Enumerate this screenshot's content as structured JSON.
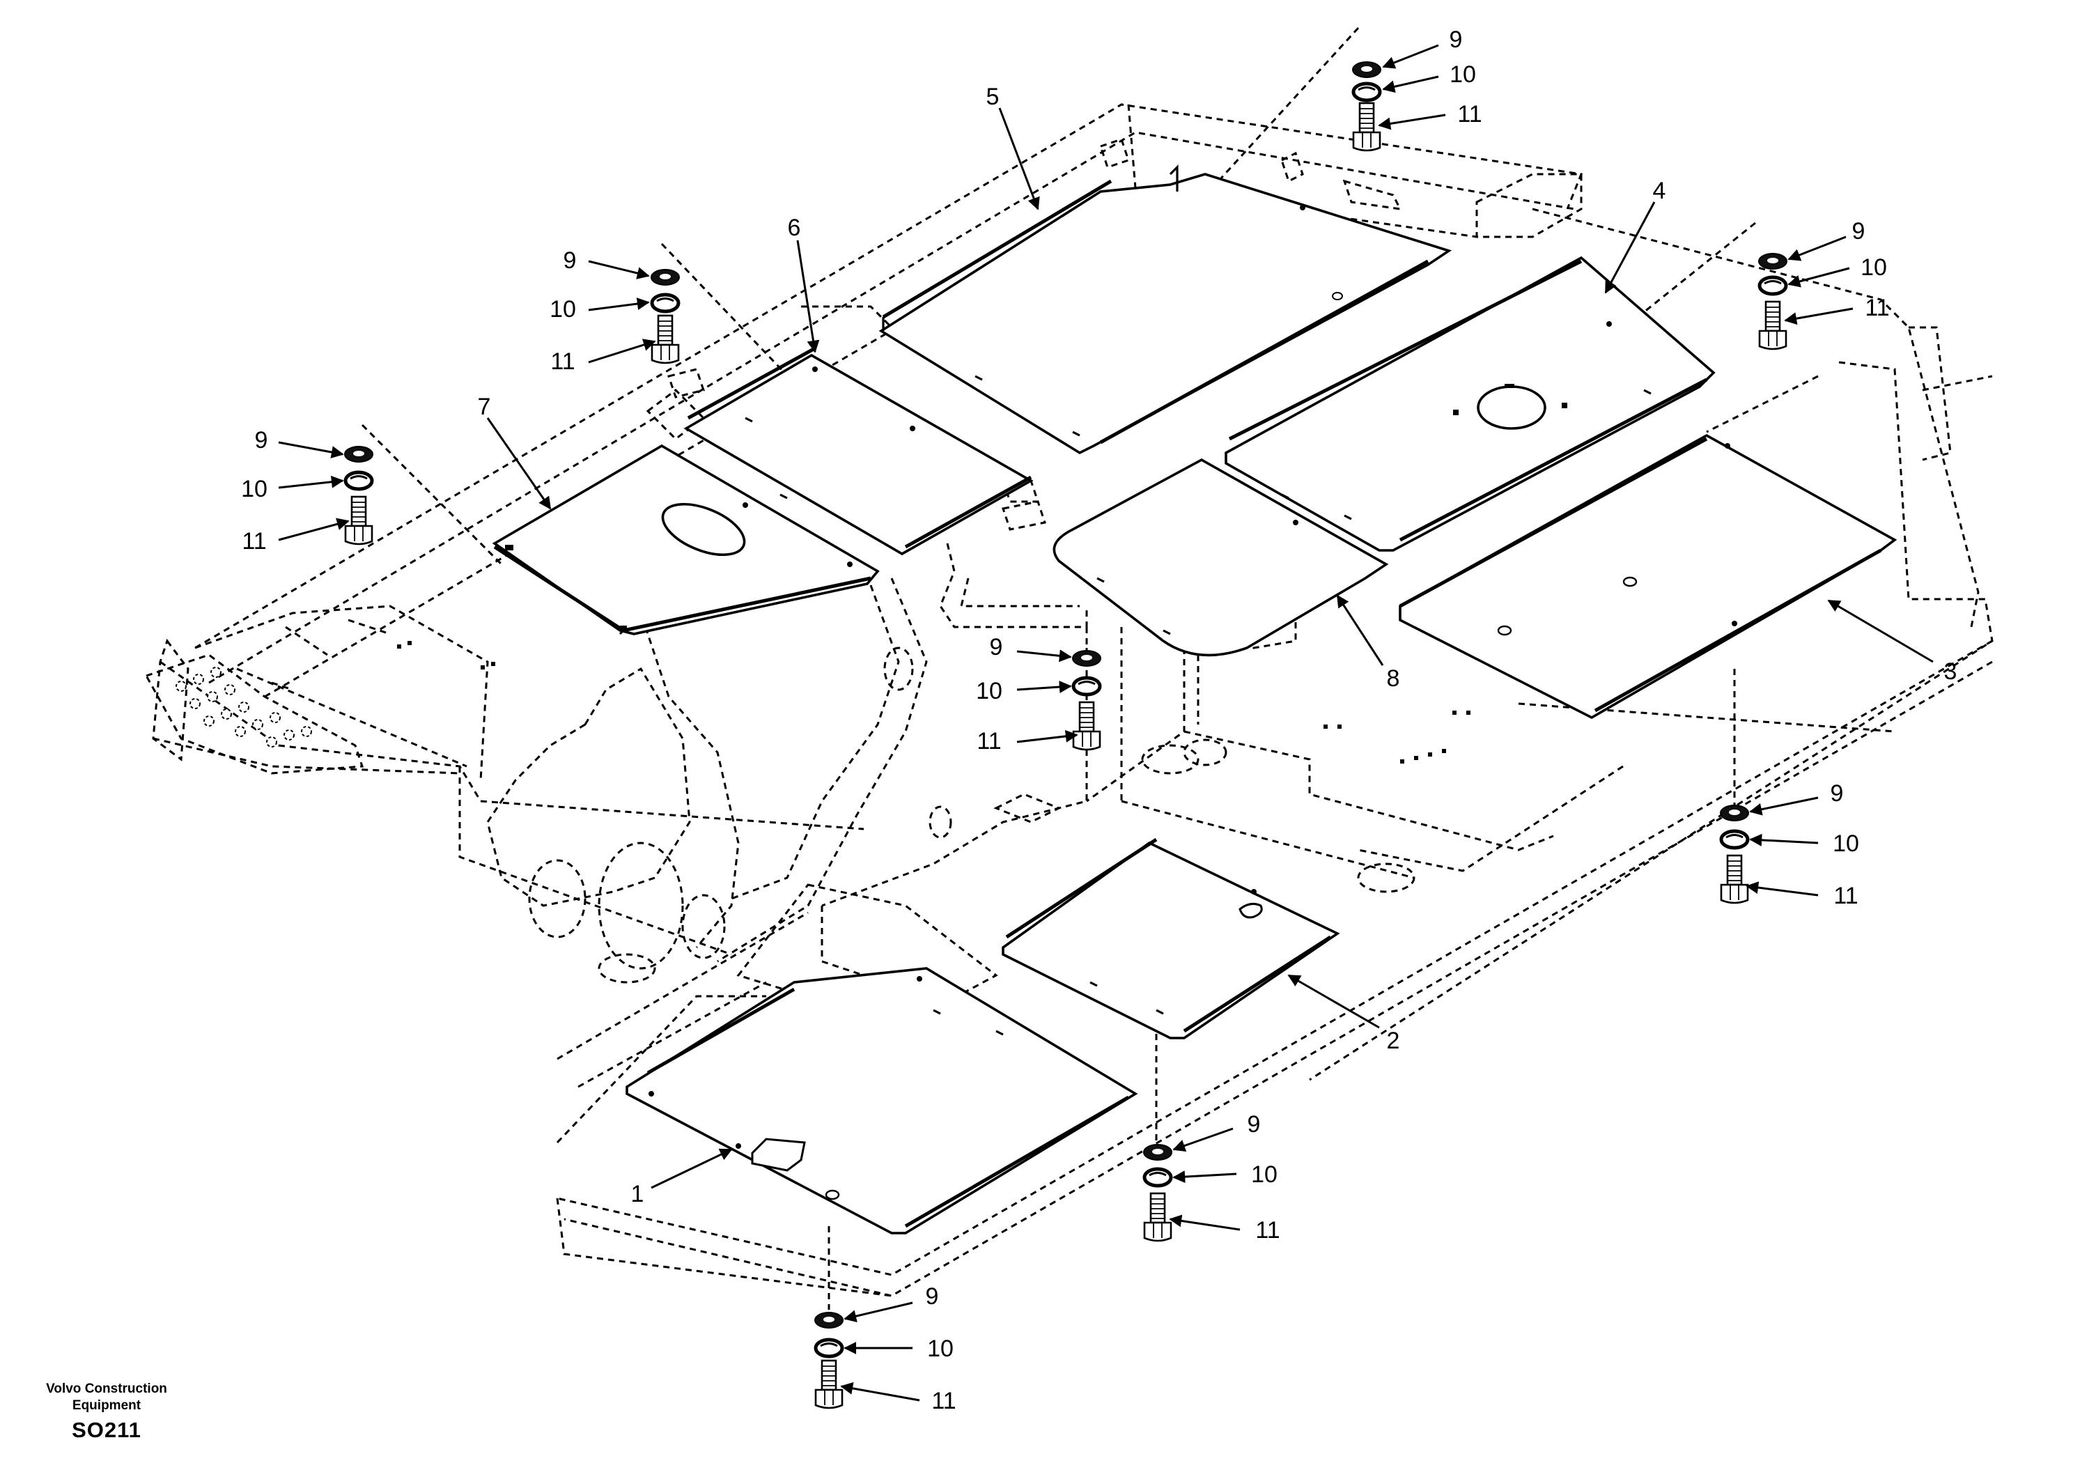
{
  "footer": {
    "brand_line1": "Volvo Construction",
    "brand_line2": "Equipment",
    "drawing_code": "SO211"
  },
  "callouts": {
    "part_1": "1",
    "part_2": "2",
    "part_3": "3",
    "part_4": "4",
    "part_5": "5",
    "part_6": "6",
    "part_7": "7",
    "part_8": "8",
    "washer_9": "9",
    "washer_10": "10",
    "bolt_11": "11"
  }
}
